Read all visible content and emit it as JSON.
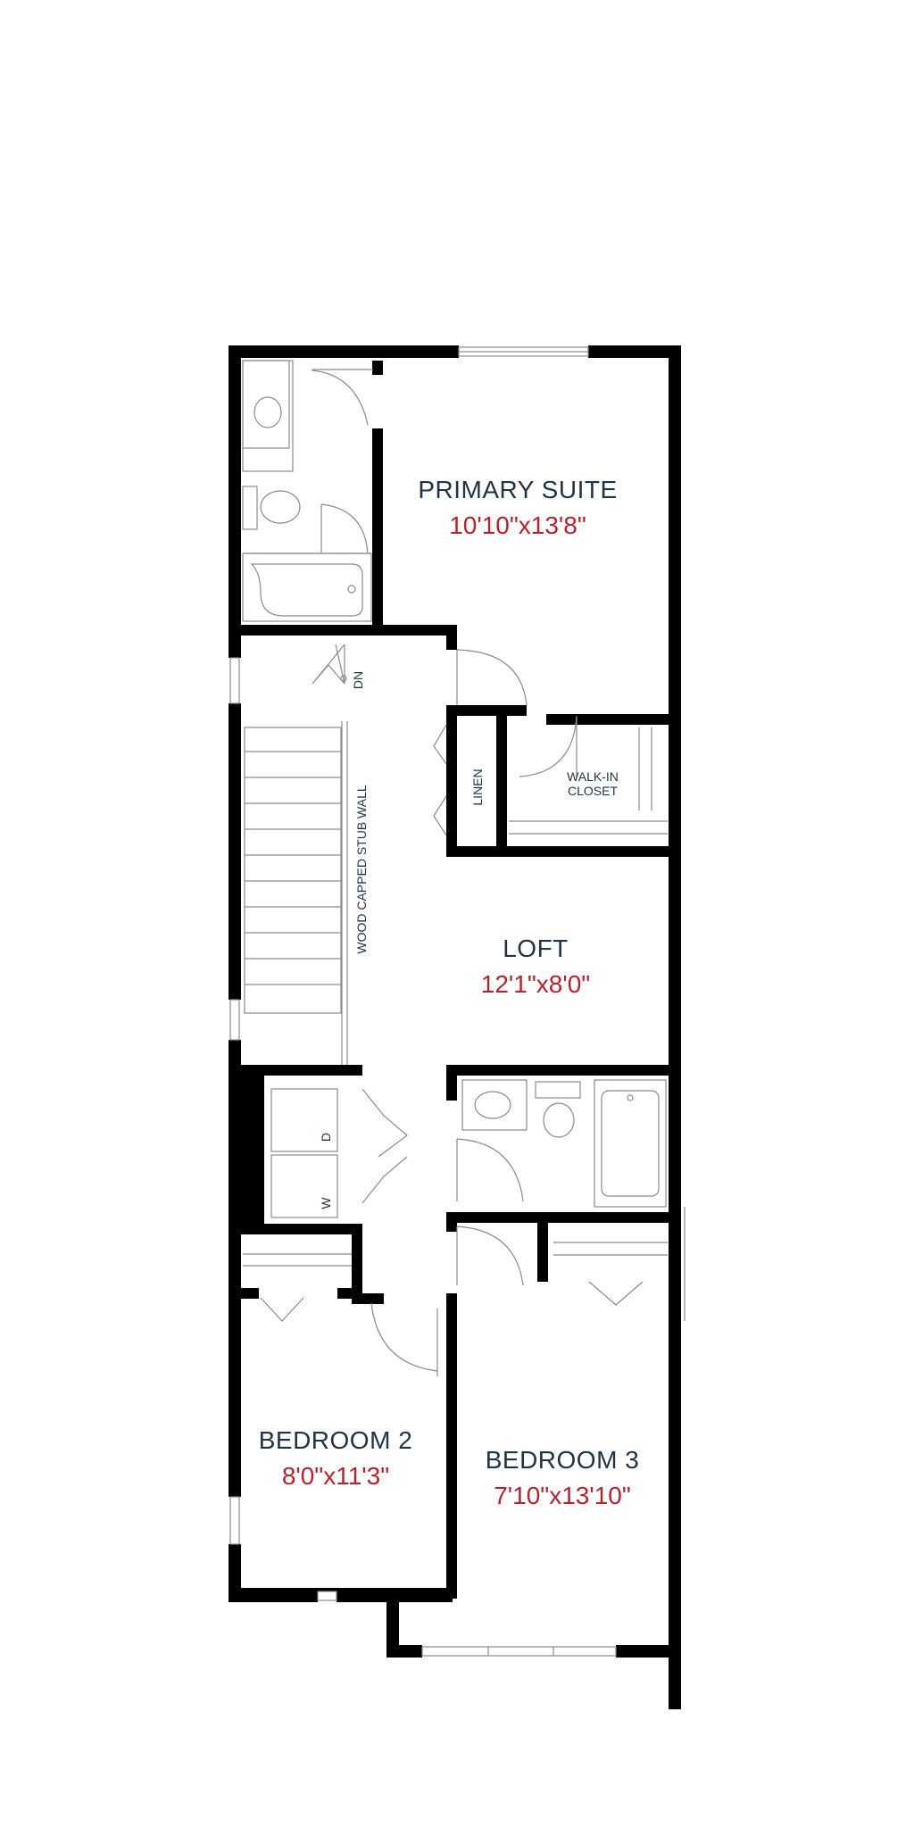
{
  "rooms": {
    "primary_suite": {
      "name": "PRIMARY SUITE",
      "dim": "10'10\"x13'8\""
    },
    "loft": {
      "name": "LOFT",
      "dim": "12'1\"x8'0\""
    },
    "bedroom2": {
      "name": "BEDROOM 2",
      "dim": "8'0\"x11'3\""
    },
    "bedroom3": {
      "name": "BEDROOM 3",
      "dim": "7'10\"x13'10\""
    }
  },
  "labels": {
    "walk_in_line1": "WALK-IN",
    "walk_in_line2": "CLOSET",
    "linen": "LINEN",
    "stub_wall": "WOOD CAPPED STUB WALL",
    "stairs_dn": "DN",
    "dryer": "D",
    "washer": "W"
  },
  "colors": {
    "room_name": "#1f3344",
    "room_dim": "#b4242f",
    "wall": "#000000"
  }
}
